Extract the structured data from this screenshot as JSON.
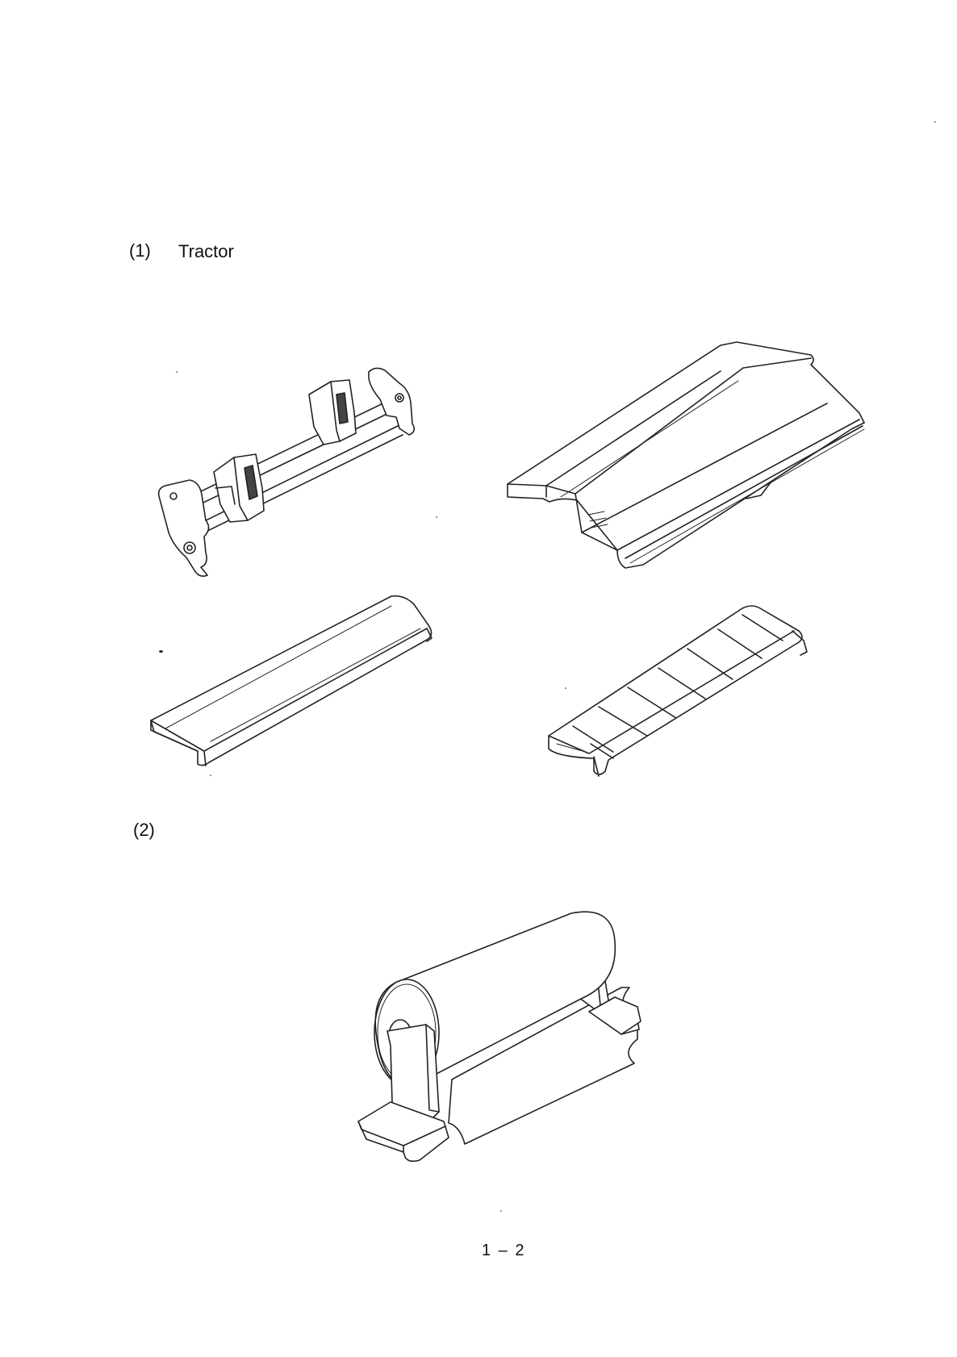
{
  "section1": {
    "number": "(1)",
    "title": "Tractor"
  },
  "section2": {
    "number": "(2)"
  },
  "footer": {
    "page_number": "1 – 2"
  },
  "illustrations": [
    "tractor-unit",
    "printer-top-cover",
    "paper-separator-plate",
    "paper-guide-rack",
    "roll-paper-stand"
  ]
}
